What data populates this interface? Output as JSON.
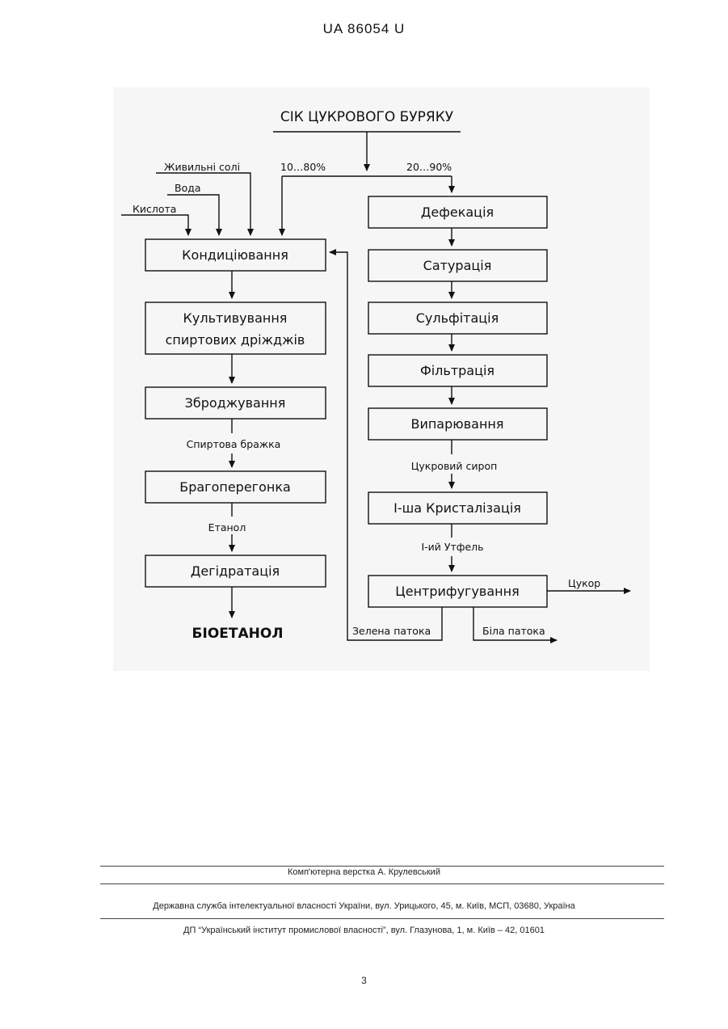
{
  "header": {
    "doc_number": "UA   86054   U"
  },
  "diagram": {
    "source": "СІК ЦУКРОВОГО БУРЯКУ",
    "split_left": "10…80%",
    "split_right": "20…90%",
    "inputs": {
      "salts": "Живильні  солі",
      "water": "Вода",
      "acid": "Кислота"
    },
    "left_chain": {
      "conditioning": "Кондиціювання",
      "cultivation_1": "Культивування",
      "cultivation_2": "спиртових дріжджів",
      "fermentation": "Зброджування",
      "mash_label": "Спиртова бражка",
      "distillation": "Брагоперегонка",
      "ethanol_label": "Етанол",
      "dehydration": "Дегідратація",
      "product": "БІОЕТАНОЛ"
    },
    "right_chain": {
      "defecation": "Дефекація",
      "saturation": "Сатурація",
      "sulfitation": "Сульфітація",
      "filtration": "Фільтрація",
      "evaporation": "Випарювання",
      "syrup_label": "Цукровий сироп",
      "crystallization": "І-ша Кристалізація",
      "massecuite_label": "І-ий  Утфель",
      "centrifugation": "Центрифугування",
      "sugar_label": "Цукор",
      "green_molasses_label": "Зелена  патока",
      "white_molasses_label": "Біла патока"
    }
  },
  "footer": {
    "layout": "Комп'ютерна верстка А. Крулевський",
    "agency": "Державна служба інтелектуальної власності України, вул. Урицького, 45, м. Київ, МСП, 03680, Україна",
    "institute": "ДП “Український інститут промислової власності”, вул. Глазунова, 1, м. Київ – 42, 01601",
    "page": "3"
  }
}
